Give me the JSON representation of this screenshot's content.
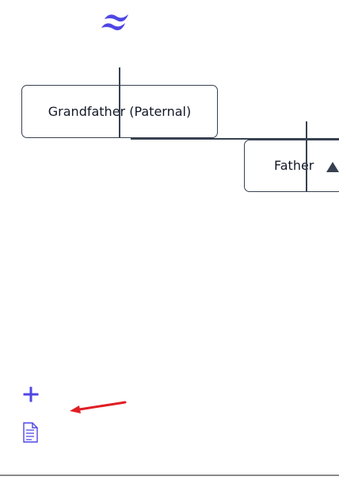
{
  "app": {
    "logo_icon": "tailwind-wave-logo",
    "accent_color": "#4f46e5"
  },
  "tree": {
    "grandfather": {
      "label": "Grandfather (Paternal)"
    },
    "father": {
      "label": "Father",
      "toggle_icon": "triangle-up-icon"
    }
  },
  "toolbar": {
    "add_icon": "plus-icon",
    "document_icon": "document-icon"
  },
  "annotation": {
    "arrow_color": "#e11d24"
  }
}
